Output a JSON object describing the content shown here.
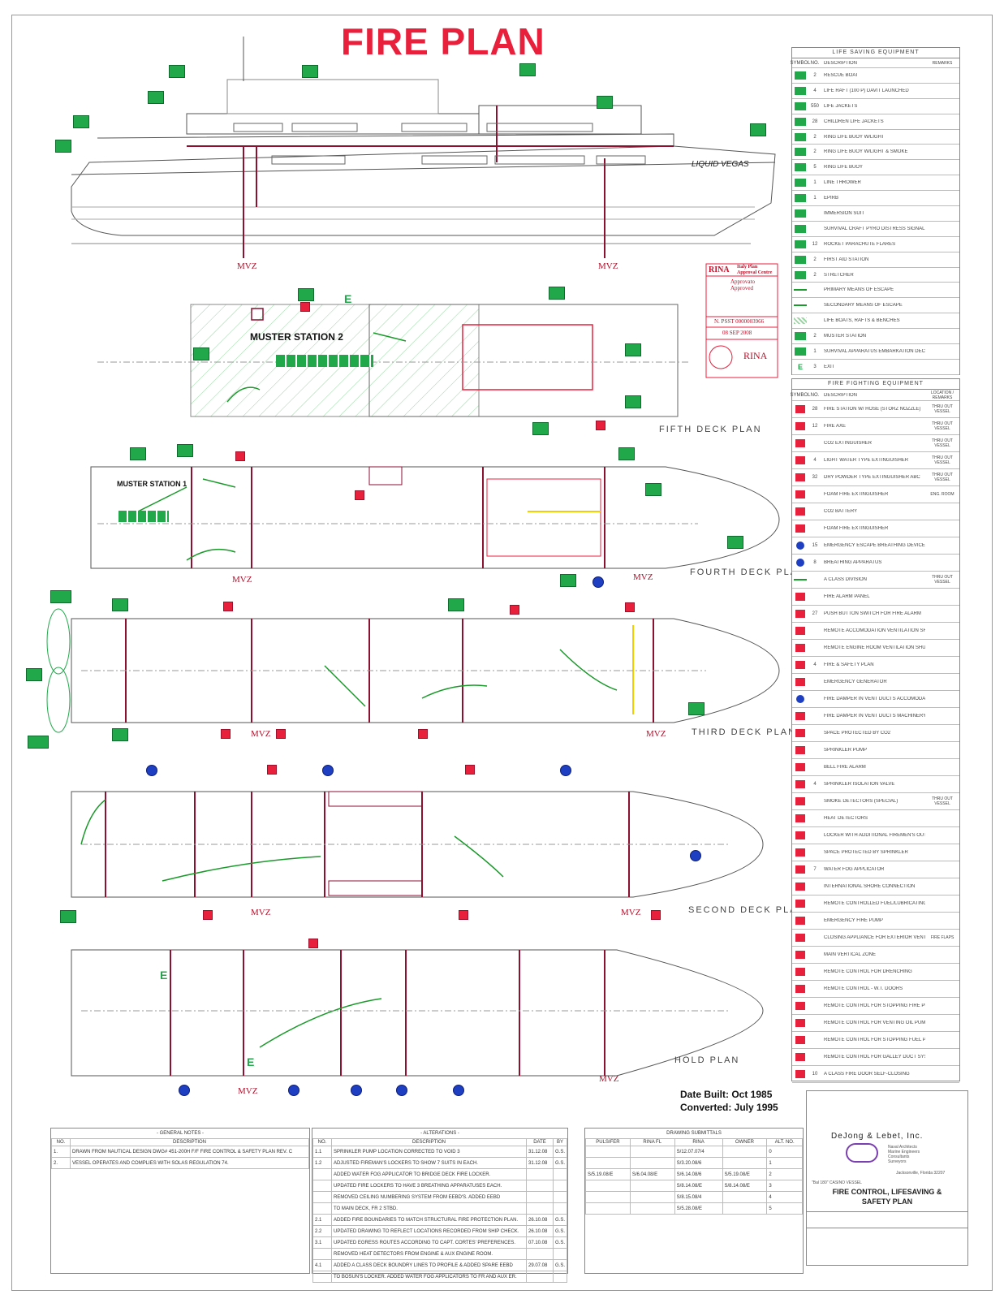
{
  "title": "FIRE PLAN",
  "profile": {
    "ship_name": "LIQUID VEGAS",
    "mvz_left": "MVZ",
    "mvz_right": "MVZ"
  },
  "decks": {
    "fifth": {
      "label": "FIFTH DECK PLAN",
      "muster": "MUSTER STATION 2",
      "exit": "E"
    },
    "fourth": {
      "label": "FOURTH DECK PLAN",
      "muster": "MUSTER STATION 1",
      "mvz": "MVZ"
    },
    "third": {
      "label": "THIRD DECK PLAN",
      "mvz": "MVZ"
    },
    "second": {
      "label": "SECOND DECK PLAN",
      "mvz": "MVZ"
    },
    "hold": {
      "label": "HOLD PLAN",
      "mvz": "MVZ",
      "exit": "E"
    }
  },
  "stamp": {
    "org": "RINA",
    "line1": "Italy Plan",
    "line2": "Approval Centre",
    "approved": "Approvato",
    "approved2": "Approved",
    "number": "N. PSST 0000003966",
    "date": "08 SEP 2008"
  },
  "lsa": {
    "header": "LIFE SAVING EQUIPMENT",
    "cols": {
      "symbol": "SYMBOL",
      "no": "NO.",
      "description": "DESCRIPTION",
      "remarks": "REMARKS"
    },
    "rows": [
      {
        "no": "2",
        "desc": "RESCUE BOAT",
        "color": "green"
      },
      {
        "no": "4",
        "desc": "LIFE RAFT (100 P) DAVIT LAUNCHED",
        "color": "green"
      },
      {
        "no": "550",
        "desc": "LIFE JACKETS",
        "color": "green"
      },
      {
        "no": "28",
        "desc": "CHILDREN LIFE JACKETS",
        "color": "green"
      },
      {
        "no": "2",
        "desc": "RING LIFE BUOY W/LIGHT",
        "color": "green"
      },
      {
        "no": "2",
        "desc": "RING LIFE BUOY W/LIGHT & SMOKE",
        "color": "green"
      },
      {
        "no": "5",
        "desc": "RING LIFE BUOY",
        "color": "green"
      },
      {
        "no": "1",
        "desc": "LINE THROWER",
        "color": "green"
      },
      {
        "no": "1",
        "desc": "EPIRB",
        "color": "green"
      },
      {
        "no": "",
        "desc": "IMMERSION SUIT",
        "color": "green"
      },
      {
        "no": "",
        "desc": "SURVIVAL CRAFT PYRO DISTRESS SIGNAL",
        "color": "green"
      },
      {
        "no": "12",
        "desc": "ROCKET PARACHUTE FLARES",
        "color": "green"
      },
      {
        "no": "2",
        "desc": "FIRST AID STATION",
        "color": "green"
      },
      {
        "no": "2",
        "desc": "STRETCHER",
        "color": "green"
      },
      {
        "no": "",
        "desc": "PRIMARY MEANS OF ESCAPE",
        "color": "line"
      },
      {
        "no": "",
        "desc": "SECONDARY MEANS OF ESCAPE",
        "color": "line"
      },
      {
        "no": "",
        "desc": "LIFE BOATS, RAFTS & BENCHES",
        "color": "hatch"
      },
      {
        "no": "2",
        "desc": "MUSTER STATION",
        "color": "green"
      },
      {
        "no": "1",
        "desc": "SURVIVAL APPARATUS EMBARKATION DECK",
        "color": "green"
      },
      {
        "no": "3",
        "desc": "EXIT",
        "color": "exit"
      }
    ]
  },
  "ff": {
    "header": "FIRE FIGHTING EQUIPMENT",
    "cols": {
      "symbol": "SYMBOL",
      "no": "NO.",
      "description": "DESCRIPTION",
      "remarks": "LOCATION / REMARKS"
    },
    "rows": [
      {
        "no": "28",
        "desc": "FIRE STATION W/ HOSE (STORZ NOZZLE)",
        "rem": "THRU OUT VESSEL",
        "color": "red"
      },
      {
        "no": "12",
        "desc": "FIRE AXE",
        "rem": "THRU OUT VESSEL",
        "color": "red"
      },
      {
        "no": "",
        "desc": "CO2 EXTINGUISHER",
        "rem": "THRU OUT VESSEL",
        "color": "red"
      },
      {
        "no": "4",
        "desc": "LIGHT WATER TYPE EXTINGUISHER",
        "rem": "THRU OUT VESSEL",
        "color": "red"
      },
      {
        "no": "32",
        "desc": "DRY POWDER TYPE EXTINGUISHER ABC",
        "rem": "THRU OUT VESSEL",
        "color": "red"
      },
      {
        "no": "",
        "desc": "FOAM FIRE EXTINGUISHER",
        "rem": "ENG. ROOM",
        "color": "red"
      },
      {
        "no": "",
        "desc": "CO2 BATTERY",
        "rem": "",
        "color": "red"
      },
      {
        "no": "",
        "desc": "FOAM FIRE EXTINGUISHER",
        "rem": "",
        "color": "red"
      },
      {
        "no": "15",
        "desc": "EMERGENCY ESCAPE BREATHING DEVICE",
        "rem": "",
        "color": "blue"
      },
      {
        "no": "8",
        "desc": "BREATHING APPARATUS",
        "rem": "",
        "color": "blue"
      },
      {
        "no": "",
        "desc": "A CLASS DIVISION",
        "rem": "THRU OUT VESSEL",
        "color": "line"
      },
      {
        "no": "",
        "desc": "FIRE ALARM PANEL",
        "rem": "",
        "color": "red"
      },
      {
        "no": "27",
        "desc": "PUSH BUTTON SWITCH FOR FIRE ALARM",
        "rem": "",
        "color": "red"
      },
      {
        "no": "",
        "desc": "REMOTE ACCOMODATION VENTILATION SHUT OFF",
        "rem": "",
        "color": "red"
      },
      {
        "no": "",
        "desc": "REMOTE ENGINE ROOM VENTILATION SHUT OFF",
        "rem": "",
        "color": "red"
      },
      {
        "no": "4",
        "desc": "FIRE & SAFETY PLAN",
        "rem": "",
        "color": "red"
      },
      {
        "no": "",
        "desc": "EMERGENCY GENERATOR",
        "rem": "",
        "color": "red"
      },
      {
        "no": "",
        "desc": "FIRE DAMPER IN VENT DUCTS ACCOMODATION OR SERVICE SPACE",
        "rem": "",
        "color": "blue"
      },
      {
        "no": "",
        "desc": "FIRE DAMPER IN VENT DUCTS MACHINERY SPACE",
        "rem": "",
        "color": "red"
      },
      {
        "no": "",
        "desc": "SPACE PROTECTED BY CO2",
        "rem": "",
        "color": "red"
      },
      {
        "no": "",
        "desc": "SPRINKLER PUMP",
        "rem": "",
        "color": "red"
      },
      {
        "no": "",
        "desc": "BELL FIRE ALARM",
        "rem": "",
        "color": "red"
      },
      {
        "no": "4",
        "desc": "SPRINKLER ISOLATION VALVE",
        "rem": "",
        "color": "red"
      },
      {
        "no": "",
        "desc": "SMOKE DETECTORS (SPECIAL)",
        "rem": "THRU OUT VESSEL",
        "color": "red"
      },
      {
        "no": "",
        "desc": "HEAT DETECTORS",
        "rem": "",
        "color": "red"
      },
      {
        "no": "",
        "desc": "LOCKER WITH ADDITIONAL FIREMEN'S OUTFITS",
        "rem": "",
        "color": "red"
      },
      {
        "no": "",
        "desc": "SPACE PROTECTED BY SPRINKLER",
        "rem": "",
        "color": "red"
      },
      {
        "no": "7",
        "desc": "WATER FOG APPLICATOR",
        "rem": "",
        "color": "red"
      },
      {
        "no": "",
        "desc": "INTERNATIONAL SHORE CONNECTION",
        "rem": "",
        "color": "red"
      },
      {
        "no": "",
        "desc": "REMOTE CONTROLLED FUEL/LUBRICATING OIL VALVE",
        "rem": "",
        "color": "red"
      },
      {
        "no": "",
        "desc": "EMERGENCY FIRE PUMP",
        "rem": "",
        "color": "red"
      },
      {
        "no": "",
        "desc": "CLOSING APPLIANCE FOR EXTERIOR VENTILATION INLET OR OUTLET",
        "rem": "FIRE FLAPS",
        "color": "red"
      },
      {
        "no": "",
        "desc": "MAIN VERTICAL ZONE",
        "rem": "",
        "color": "red"
      },
      {
        "no": "",
        "desc": "REMOTE CONTROL FOR DRENCHING",
        "rem": "",
        "color": "red"
      },
      {
        "no": "",
        "desc": "REMOTE CONTROL - W.T. DOORS",
        "rem": "",
        "color": "red"
      },
      {
        "no": "",
        "desc": "REMOTE CONTROL FOR STOPPING FIRE PUMP",
        "rem": "",
        "color": "red"
      },
      {
        "no": "",
        "desc": "REMOTE CONTROL FOR VENTING OIL PUMPS",
        "rem": "",
        "color": "red"
      },
      {
        "no": "",
        "desc": "REMOTE CONTROL FOR STOPPING FUEL PUMPS",
        "rem": "",
        "color": "red"
      },
      {
        "no": "",
        "desc": "REMOTE CONTROL FOR GALLEY DUCT SYSTEM",
        "rem": "",
        "color": "red"
      },
      {
        "no": "10",
        "desc": "A CLASS FIRE DOOR SELF-CLOSING",
        "rem": "",
        "color": "red"
      }
    ]
  },
  "built": {
    "line1": "Date Built: Oct 1985",
    "line2": "Converted: July 1995"
  },
  "notes": {
    "header": "- GENERAL NOTES -",
    "cols": {
      "no": "NO.",
      "description": "DESCRIPTION"
    },
    "rows": [
      {
        "no": "1.",
        "desc": "DRAWN FROM NAUTICAL DESIGN DWG# 451-200H F/F FIRE CONTROL & SAFETY PLAN REV. C"
      },
      {
        "no": "2.",
        "desc": "VESSEL OPERATES AND COMPLIES WITH SOLAS REGULATION 74."
      }
    ]
  },
  "alterations": {
    "header": "- ALTERATIONS -",
    "cols": {
      "no": "NO.",
      "description": "DESCRIPTION",
      "date": "DATE",
      "by": "BY"
    },
    "rows": [
      {
        "no": "1.1",
        "desc": "SPRINKLER PUMP LOCATION CORRECTED TO VOID 3",
        "date": "31.12.08",
        "by": "G.S."
      },
      {
        "no": "1.2",
        "desc": "ADJUSTED FIREMAN'S LOCKERS TO SHOW 7 SUITS IN EACH.",
        "date": "31.12.08",
        "by": "G.S."
      },
      {
        "no": "",
        "desc": "ADDED WATER FOG APPLICATOR TO BRIDGE DECK FIRE LOCKER.",
        "date": "",
        "by": ""
      },
      {
        "no": "",
        "desc": "UPDATED FIRE LOCKERS TO HAVE 3 BREATHING APPARATUSES EACH.",
        "date": "",
        "by": ""
      },
      {
        "no": "",
        "desc": "REMOVED CEILING NUMBERING SYSTEM FROM EEBD'S.  ADDED EEBD",
        "date": "",
        "by": ""
      },
      {
        "no": "",
        "desc": "TO MAIN DECK, FR 2 STBD.",
        "date": "",
        "by": ""
      },
      {
        "no": "2.1",
        "desc": "ADDED FIRE BOUNDARIES TO MATCH STRUCTURAL FIRE PROTECTION PLAN.",
        "date": "26.10.08",
        "by": "G.S."
      },
      {
        "no": "2.2",
        "desc": "UPDATED DRAWING TO REFLECT LOCATIONS RECORDED FROM SHIP CHECK.",
        "date": "26.10.08",
        "by": "G.S."
      },
      {
        "no": "3.1",
        "desc": "UPDATED EGRESS ROUTES ACCORDING TO CAPT. CORTES' PREFERENCES.",
        "date": "07.10.08",
        "by": "G.S."
      },
      {
        "no": "",
        "desc": "REMOVED HEAT DETECTORS FROM ENGINE & AUX ENGINE ROOM.",
        "date": "",
        "by": ""
      },
      {
        "no": "4.1",
        "desc": "ADDED A CLASS DECK BOUNDRY LINES TO PROFILE & ADDED SPARE EEBD",
        "date": "29.07.08",
        "by": "G.S."
      },
      {
        "no": "",
        "desc": "TO BOSUN'S LOCKER. ADDED WATER FOG APPLICATORS TO FR AND AUX ER.",
        "date": "",
        "by": ""
      }
    ]
  },
  "submittals": {
    "header": "DRAWING SUBMITTALS",
    "cols": {
      "pulsifer": "PULSIFER",
      "rina_fl": "RINA FL",
      "rina": "RINA",
      "owner": "OWNER",
      "alt": "ALT. NO."
    },
    "rows": [
      {
        "pulsifer": "",
        "rina_fl": "",
        "rina": "S/12.07.07/4",
        "owner": "",
        "alt": "0"
      },
      {
        "pulsifer": "",
        "rina_fl": "",
        "rina": "S/3.20.08/6",
        "owner": "",
        "alt": "1"
      },
      {
        "pulsifer": "S/5.19.08/E",
        "rina_fl": "S/6.04.08/E",
        "rina": "S/6.14.08/6",
        "owner": "S/5.19.08/E",
        "alt": "2"
      },
      {
        "pulsifer": "",
        "rina_fl": "",
        "rina": "S/8.14.08/E",
        "owner": "S/8.14.08/E",
        "alt": "3"
      },
      {
        "pulsifer": "",
        "rina_fl": "",
        "rina": "S/8.15.08/4",
        "owner": "",
        "alt": "4"
      },
      {
        "pulsifer": "",
        "rina_fl": "",
        "rina": "S/5.28.08/E",
        "owner": "",
        "alt": "5"
      }
    ]
  },
  "company": {
    "name": "DeJong & Lebet, Inc.",
    "tag1": "Naval Architects",
    "tag2": "Marine Engineers",
    "tag3": "Consultants",
    "tag4": "Surveyors",
    "city": "Jacksonville, Florida 32207",
    "vessel": "\"Bal 180\" CASINO VESSEL",
    "title1": "FIRE CONTROL, LIFESAVING &",
    "title2": "SAFETY PLAN"
  },
  "colors": {
    "red": "#e8203c",
    "green": "#21a84a",
    "blue": "#1f3fc2",
    "maroon": "#8c1030",
    "escape": "#1a9a2a"
  }
}
